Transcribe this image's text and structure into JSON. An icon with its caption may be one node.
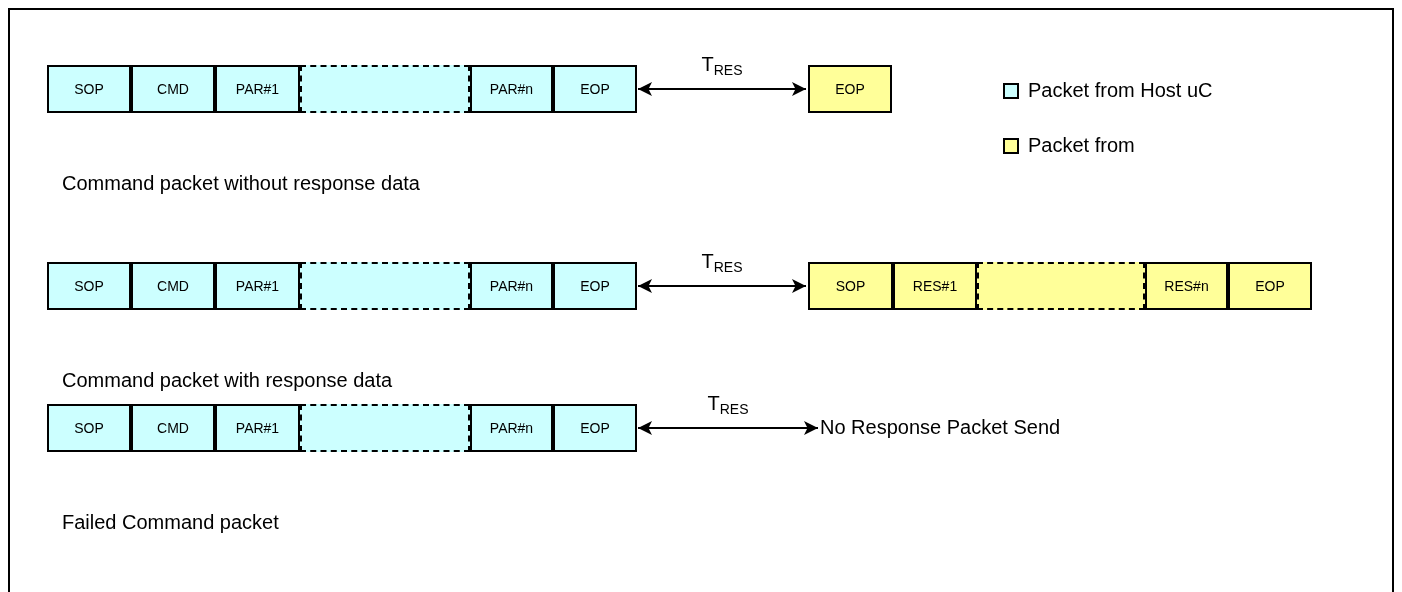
{
  "diagram": {
    "nodes": [
      {
        "text": [
          "SOP"
        ]
      },
      {
        "text": [
          "CMD"
        ]
      },
      {
        "text": [
          "PAR#1"
        ]
      },
      {
        "text": [],
        "shape": "box"
      },
      {
        "text": [
          "PAR#n"
        ]
      },
      {
        "text": [
          "EOP"
        ]
      },
      {
        "text": [
          "EOP"
        ]
      },
      {
        "text": [
          "SOP"
        ]
      },
      {
        "text": [
          "CMD"
        ]
      },
      {
        "text": [
          "PAR#1"
        ]
      },
      {
        "text": [],
        "shape": "box"
      },
      {
        "text": [
          "PAR#n"
        ]
      },
      {
        "text": [
          "EOP"
        ]
      },
      {
        "text": [
          "SOP"
        ]
      },
      {
        "text": [
          "RES#1"
        ]
      },
      {
        "text": [],
        "shape": "box"
      },
      {
        "text": [
          "RES#n"
        ]
      },
      {
        "text": [
          "EOP"
        ]
      },
      {
        "text": [
          "SOP"
        ]
      },
      {
        "text": [
          "CMD"
        ]
      },
      {
        "text": [
          "PAR#1"
        ]
      },
      {
        "text": [],
        "shape": "box"
      },
      {
        "text": [
          "PAR#n"
        ]
      },
      {
        "text": [
          "EOP"
        ]
      },
      {
        "text": [
          "No Response Packet Send"
        ]
      }
    ],
    "edges": [
      {
        "from": 5,
        "to": 6,
        "arrow": "both",
        "label": "T$_{RES}$"
      },
      {
        "from": 12,
        "to": 13,
        "arrow": "both",
        "label": "T$_{RES}$"
      },
      {
        "from": 23,
        "to": 24,
        "arrow": "both",
        "label": "T$_{RES}$"
      }
    ],
    "labels": [
      "Command packet without response data",
      "Command packet with response data",
      "Failed Command packet"
    ],
    "legend": [
      {
        "text": "Packet from Host uC",
        "color": "#ccffff"
      },
      {
        "text": "Packet from",
        "color": "#ffff99"
      }
    ]
  }
}
